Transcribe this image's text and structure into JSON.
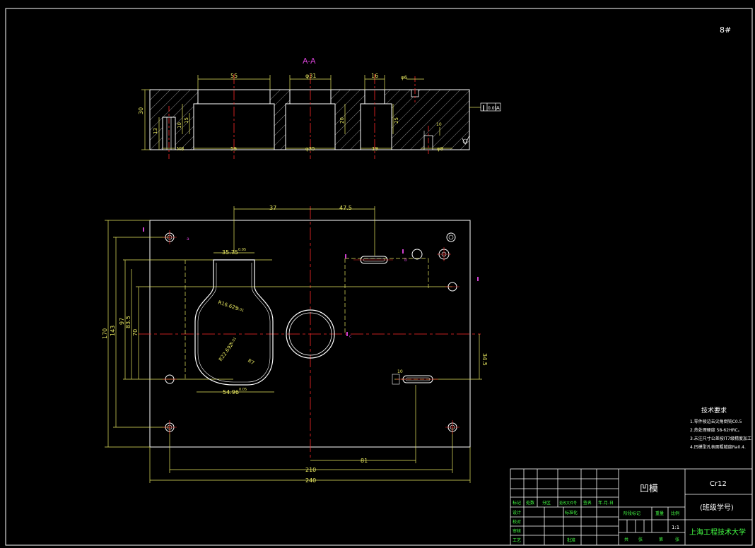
{
  "colors": {
    "background": "#000000",
    "outline": "#ffffff",
    "dimension": "#e8e860",
    "center": "#ff2a2a",
    "hidden": "#e8e860",
    "hatch": "#b0b0b0",
    "section": "#d040d0",
    "tblText": "#ffff66",
    "tblGreen": "#44ff44"
  },
  "corner_mark": "8#",
  "section_view": {
    "title": "A-A",
    "dims": {
      "top_55": "55",
      "top_phi31": "φ31",
      "top_16": "16",
      "top_phi6": "φ6",
      "left_30": "30",
      "left_15": "15",
      "left_10": "10",
      "left_13": "13",
      "bot_m8": "M8",
      "bot_59": "59",
      "bot_phi35": "φ35",
      "bot_19": "19",
      "bot_phi8": "φ8",
      "mid_20": "20",
      "mid_25": "25",
      "mid_10": "10",
      "flatness": "0.01",
      "datum": "A"
    }
  },
  "plan_view": {
    "dims": {
      "top_37": "37",
      "top_47_5": "47.5",
      "cut_c": "c",
      "cut_b": "b",
      "cut_a": "a",
      "d_35_750": "35.75",
      "d_35_750_tol": "0.05",
      "d_r16": "R16.625",
      "d_r16_tol": "0.01",
      "d_r22": "R22.692",
      "d_r22_tol": "0.01",
      "d_r7": "R7",
      "d_54": "54.96",
      "d_54_tol": "0.05",
      "left_170": "170",
      "left_143": "143",
      "left_97": "97",
      "left_83": "83.5",
      "left_70": "70",
      "right_34": "34.5",
      "small_10": "10",
      "bot_81": "81",
      "bot_210": "210",
      "bot_240": "240"
    }
  },
  "tech_req": {
    "title": "技术要求",
    "items": [
      "1.零件棱边去尖角倒钝C0.5",
      "2.热处理硬度 58-62HRC。",
      "3.未注尺寸公差按IT7级精度加工",
      "4.凹模型孔表面粗糙度Ra0.4."
    ]
  },
  "title_block": {
    "part_name": "凹模",
    "material": "Cr12",
    "class_no": "(班级学号)",
    "school": "上海工程技术大学",
    "scale": "1:1",
    "stage_mark": "阶段标记",
    "weight": "重量",
    "ratio": "比例",
    "total": "共",
    "sheets": "张",
    "page": "第",
    "sheet2": "张",
    "rev_labels": [
      "标记",
      "处数",
      "分区",
      "更改文件号",
      "签名",
      "年.月.日"
    ],
    "row_design": "设计",
    "row_check": "校对",
    "row_review": "审核",
    "row_process": "工艺",
    "std": "标准化",
    "approve": "批准"
  }
}
